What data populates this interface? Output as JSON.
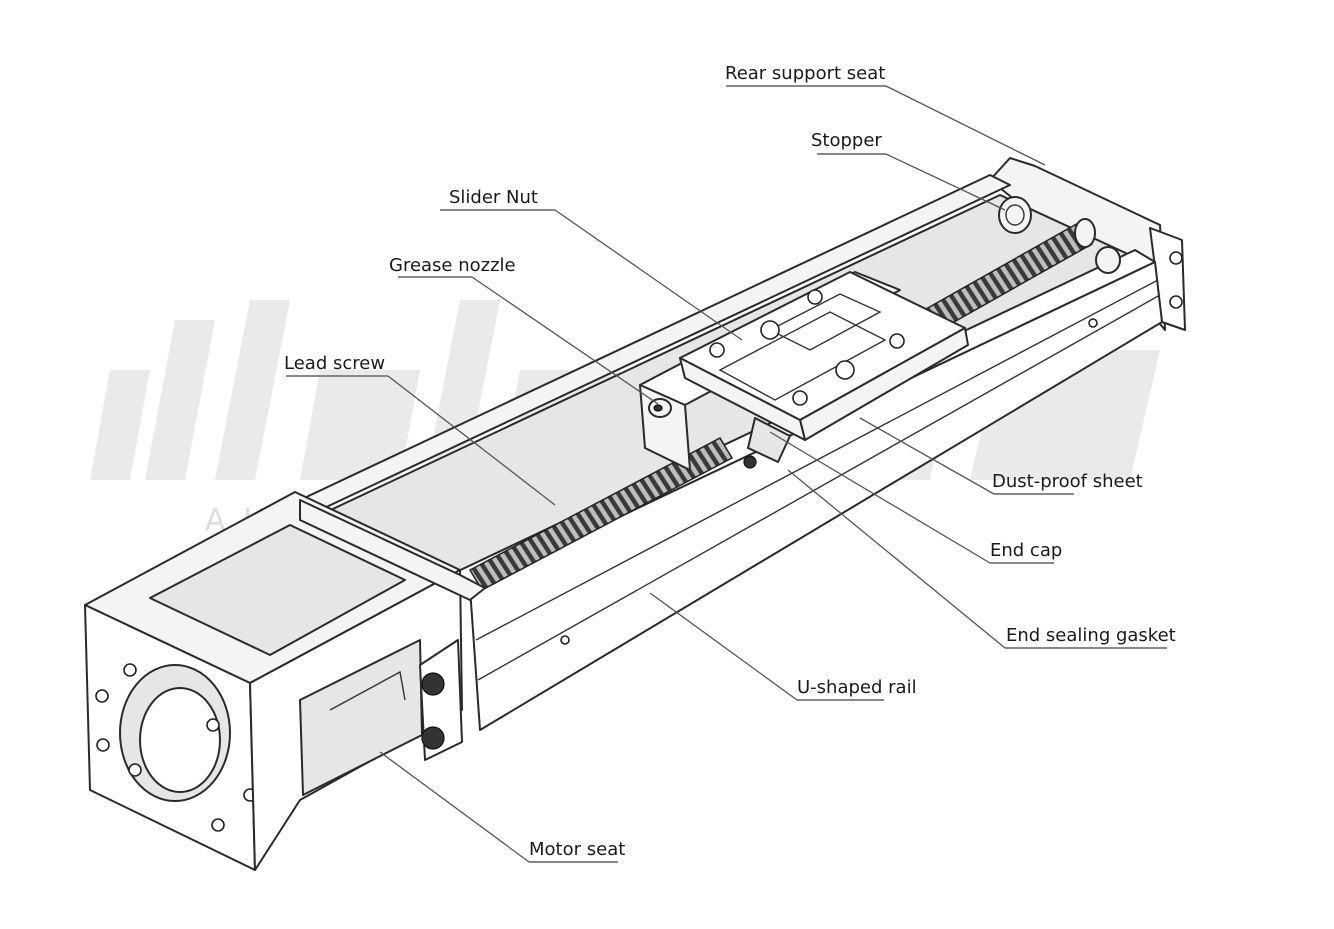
{
  "labels": {
    "rear_support_seat": "Rear support seat",
    "stopper": "Stopper",
    "slider_nut": "Slider Nut",
    "grease_nozzle": "Grease nozzle",
    "lead_screw": "Lead screw",
    "dust_proof_sheet": "Dust-proof sheet",
    "end_cap": "End cap",
    "end_sealing_gasket": "End sealing gasket",
    "u_shaped_rail": "U-shaped rail",
    "motor_seat": "Motor seat"
  },
  "watermark": {
    "text": "AUTOMATION"
  }
}
